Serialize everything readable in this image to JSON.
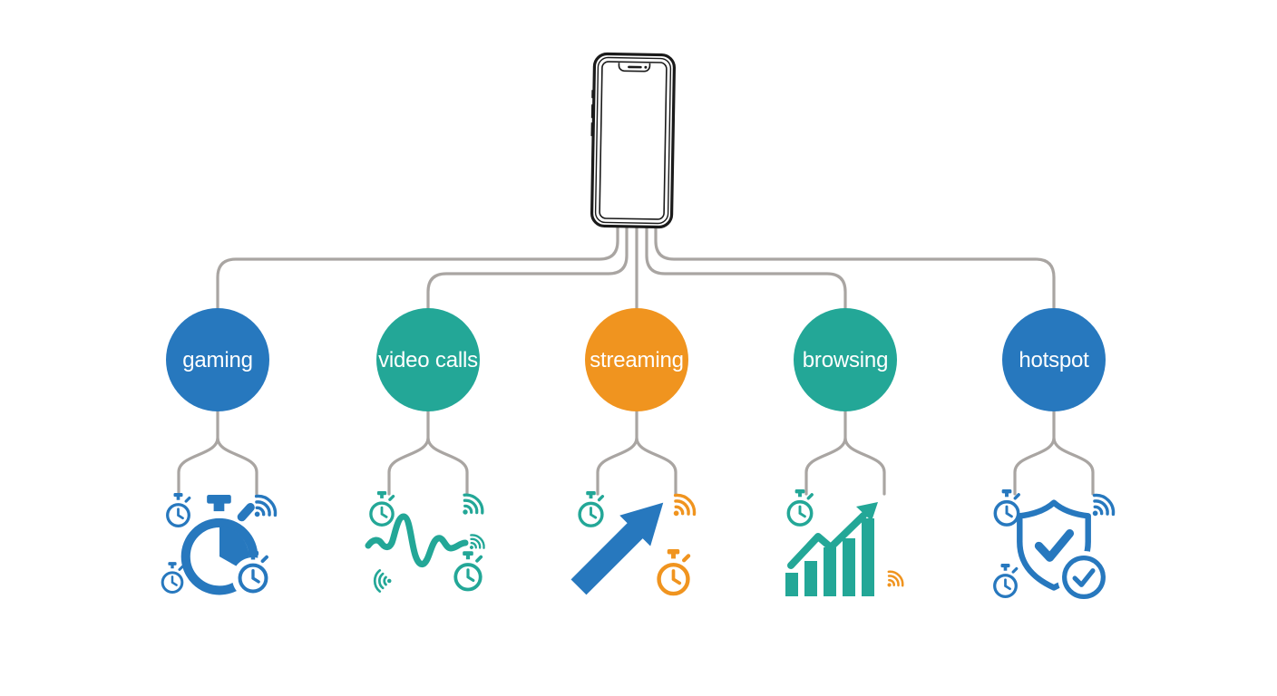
{
  "palette": {
    "blue": "#2778be",
    "teal": "#23a797",
    "orange": "#f0941f",
    "connector_gray": "#a9a5a2",
    "phone_outline": "#1a1a1a",
    "label_text": "#ffffff"
  },
  "root": {
    "device": "smartphone"
  },
  "nodes": [
    {
      "label": "gaming",
      "color": "#2778be",
      "icon_color": "#2778be",
      "icons": [
        "clock",
        "wifi-signal",
        "stopwatch",
        "clock",
        "stopwatch"
      ]
    },
    {
      "label": "video calls",
      "color": "#23a797",
      "icon_color": "#23a797",
      "icons": [
        "stopwatch",
        "wifi-signal",
        "audio-waveform",
        "wifi-signal",
        "wifi-signal",
        "stopwatch"
      ]
    },
    {
      "label": "streaming",
      "color": "#f0941f",
      "icons": [
        "stopwatch",
        "wifi-signal",
        "up-right-arrow",
        "stopwatch"
      ]
    },
    {
      "label": "browsing",
      "color": "#23a797",
      "icons": [
        "stopwatch",
        "growth-bar-chart",
        "wifi-signal"
      ]
    },
    {
      "label": "hotspot",
      "color": "#2778be",
      "icon_color": "#2778be",
      "icons": [
        "stopwatch",
        "wifi-signal",
        "shield-check",
        "stopwatch",
        "check-circle"
      ]
    }
  ]
}
